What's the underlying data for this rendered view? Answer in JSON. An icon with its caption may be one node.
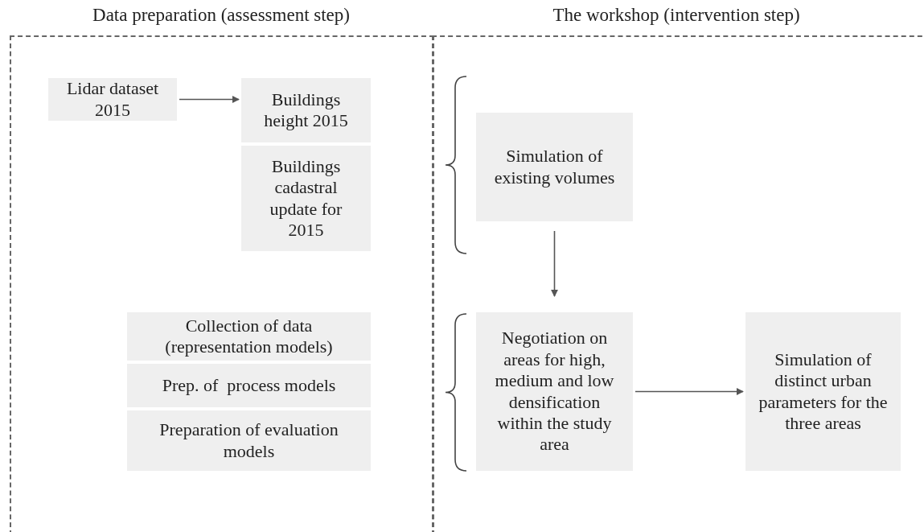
{
  "diagram": {
    "nodes": [
      {
        "text": [
          "Data preparation (assessment step)"
        ]
      },
      {
        "text": [
          "The workshop (intervention step)"
        ]
      },
      {
        "text": [
          "Lidar dataset 2015"
        ],
        "in": 0
      },
      {
        "text": [
          "Buildings height 2015"
        ],
        "in": 0
      },
      {
        "text": [
          "Buildings cadastral update for 2015"
        ],
        "in": 0
      },
      {
        "text": [
          "Collection of data (representation models)"
        ],
        "in": 0
      },
      {
        "text": [
          "Prep. of  process models"
        ],
        "in": 0
      },
      {
        "text": [
          "Preparation of evaluation models"
        ],
        "in": 0
      },
      {
        "text": [
          "Simulation of existing volumes"
        ],
        "in": 1
      },
      {
        "text": [
          "Negotiation on areas for high, medium and low densification within the study area"
        ],
        "in": 1
      },
      {
        "text": [
          "Simulation of distinct urban parameters for the three areas"
        ],
        "in": 1
      }
    ],
    "edges": [
      {
        "from": 2,
        "to": 3,
        "arrow": "to"
      },
      {
        "from": 8,
        "to": 9,
        "arrow": "to"
      },
      {
        "from": 9,
        "to": 10,
        "arrow": "to"
      }
    ]
  }
}
